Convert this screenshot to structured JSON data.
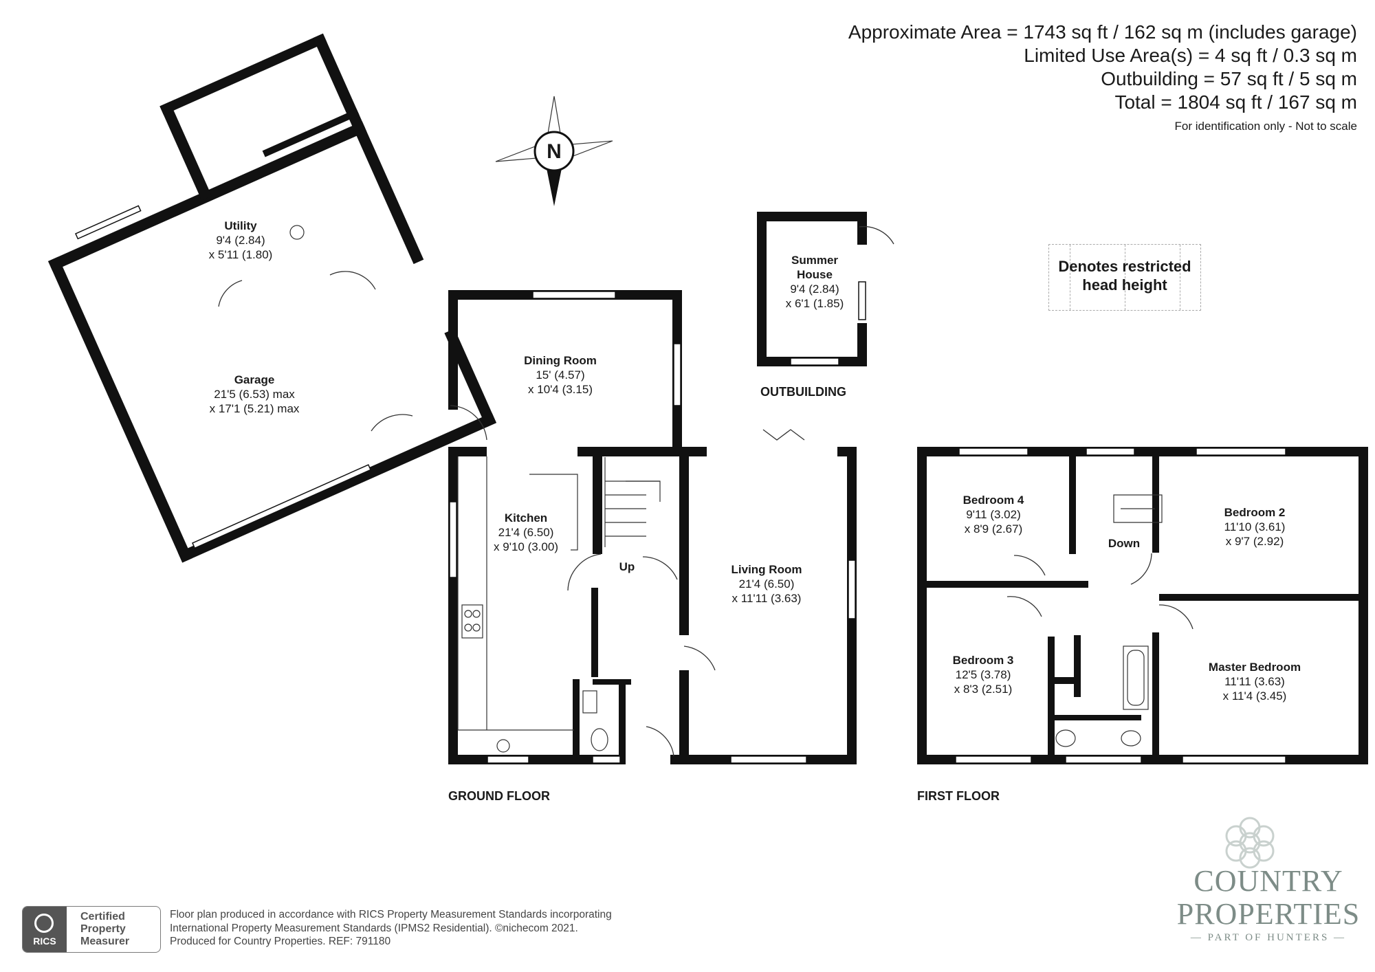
{
  "summary": {
    "lines": [
      "Approximate Area = 1743 sq ft / 162 sq m (includes garage)",
      "Limited Use Area(s) = 4 sq ft / 0.3 sq m",
      "Outbuilding = 57 sq ft / 5 sq m",
      "Total = 1804 sq ft / 167 sq m"
    ],
    "note": "For identification only - Not to scale"
  },
  "compass": {
    "label": "N"
  },
  "legend": {
    "line1": "Denotes restricted",
    "line2": "head height"
  },
  "rooms": [
    {
      "id": "utility",
      "name": "Utility",
      "dims": [
        "9'4 (2.84)",
        "x 5'11 (1.80)"
      ]
    },
    {
      "id": "garage",
      "name": "Garage",
      "dims": [
        "21'5 (6.53) max",
        "x 17'1 (5.21) max"
      ]
    },
    {
      "id": "dining",
      "name": "Dining Room",
      "dims": [
        "15' (4.57)",
        "x 10'4 (3.15)"
      ]
    },
    {
      "id": "kitchen",
      "name": "Kitchen",
      "dims": [
        "21'4 (6.50)",
        "x 9'10 (3.00)"
      ]
    },
    {
      "id": "living",
      "name": "Living Room",
      "dims": [
        "21'4 (6.50)",
        "x 11'11 (3.63)"
      ]
    },
    {
      "id": "summer",
      "name": "Summer",
      "name2": "House",
      "dims": [
        "9'4 (2.84)",
        "x 6'1 (1.85)"
      ]
    },
    {
      "id": "bed4",
      "name": "Bedroom 4",
      "dims": [
        "9'11 (3.02)",
        "x 8'9 (2.67)"
      ]
    },
    {
      "id": "bed2",
      "name": "Bedroom 2",
      "dims": [
        "11'10 (3.61)",
        "x 9'7 (2.92)"
      ]
    },
    {
      "id": "bed3",
      "name": "Bedroom 3",
      "dims": [
        "12'5 (3.78)",
        "x 8'3 (2.51)"
      ]
    },
    {
      "id": "master",
      "name": "Master Bedroom",
      "dims": [
        "11'11 (3.63)",
        "x 11'4 (3.45)"
      ]
    }
  ],
  "labels": {
    "up": "Up",
    "down": "Down"
  },
  "floors": {
    "outbuilding": "OUTBUILDING",
    "ground": "GROUND FLOOR",
    "first": "FIRST FLOOR"
  },
  "footer": {
    "badge": [
      "Certified",
      "Property",
      "Measurer"
    ],
    "badge_logo": "RICS",
    "lines": [
      "Floor plan produced in accordance with RICS Property Measurement Standards incorporating",
      "International Property Measurement Standards (IPMS2 Residential).   ©nichecom 2021.",
      "Produced for Country Properties.   REF: 791180"
    ]
  },
  "brand": {
    "line1": "COUNTRY",
    "line2": "PROPERTIES",
    "line3": "— PART OF HUNTERS —"
  }
}
